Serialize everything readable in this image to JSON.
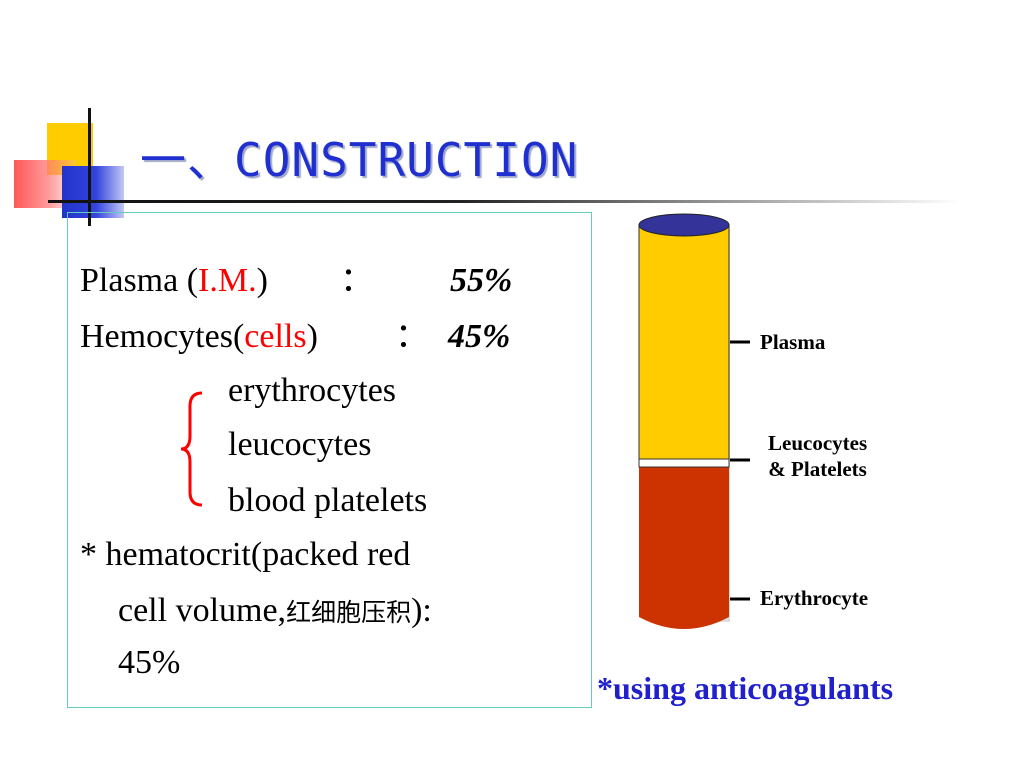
{
  "title": "一、CONSTRUCTION",
  "content": {
    "plasma_label": "Plasma (",
    "plasma_im": "I.M.",
    "plasma_close": ")",
    "plasma_colon": "：",
    "plasma_value": "55%",
    "hemocytes_label": "Hemocytes(",
    "hemocytes_cells": "cells",
    "hemocytes_close": ")",
    "hemocytes_colon": "：",
    "hemocytes_value": "45%",
    "cell_types": [
      "erythrocytes",
      "leucocytes",
      "blood platelets"
    ],
    "hematocrit_line1": "* hematocrit(packed red",
    "hematocrit_line2_prefix": "cell volume,",
    "hematocrit_line2_cn": "红细胞压积",
    "hematocrit_line2_suffix": "):",
    "hematocrit_value": "45%"
  },
  "diagram": {
    "labels": {
      "plasma": "Plasma",
      "leucocytes_line1": "Leucocytes",
      "leucocytes_line2": "& Platelets",
      "erythrocyte": "Erythrocyte"
    },
    "colors": {
      "plasma": "#ffcc00",
      "buffy_coat": "#ffffff",
      "erythrocyte": "#cc3300",
      "cap": "#333399",
      "brace": "#ff0000",
      "title": "#2030d0",
      "note": "#2020cc"
    }
  },
  "note": "*using anticoagulants"
}
